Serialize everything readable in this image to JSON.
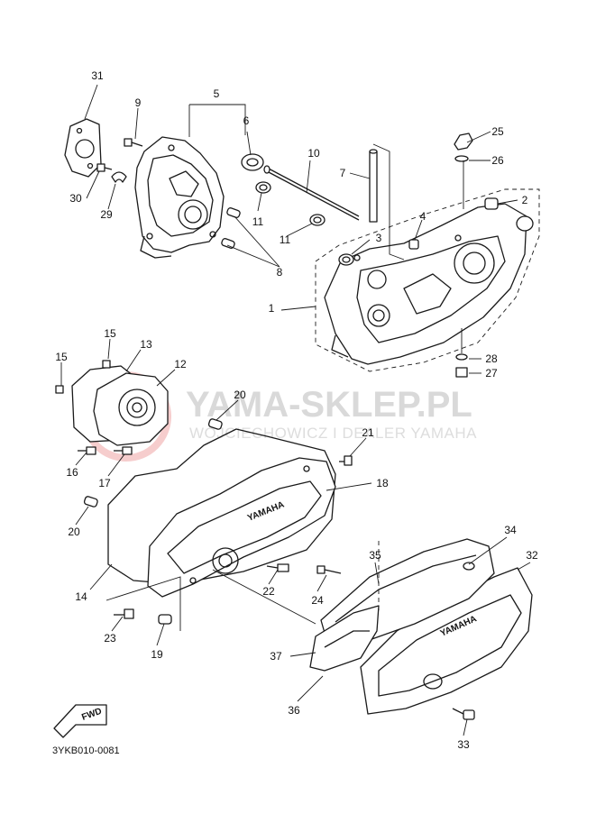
{
  "callouts": [
    {
      "id": "1",
      "label": "1"
    },
    {
      "id": "2",
      "label": "2"
    },
    {
      "id": "3",
      "label": "3"
    },
    {
      "id": "4",
      "label": "4"
    },
    {
      "id": "5",
      "label": "5"
    },
    {
      "id": "6",
      "label": "6"
    },
    {
      "id": "7",
      "label": "7"
    },
    {
      "id": "8",
      "label": "8"
    },
    {
      "id": "9",
      "label": "9"
    },
    {
      "id": "10",
      "label": "10"
    },
    {
      "id": "11a",
      "label": "11"
    },
    {
      "id": "11b",
      "label": "11"
    },
    {
      "id": "12",
      "label": "12"
    },
    {
      "id": "13",
      "label": "13"
    },
    {
      "id": "14",
      "label": "14"
    },
    {
      "id": "15a",
      "label": "15"
    },
    {
      "id": "15b",
      "label": "15"
    },
    {
      "id": "16",
      "label": "16"
    },
    {
      "id": "17",
      "label": "17"
    },
    {
      "id": "18",
      "label": "18"
    },
    {
      "id": "19",
      "label": "19"
    },
    {
      "id": "20a",
      "label": "20"
    },
    {
      "id": "20b",
      "label": "20"
    },
    {
      "id": "21",
      "label": "21"
    },
    {
      "id": "22",
      "label": "22"
    },
    {
      "id": "23",
      "label": "23"
    },
    {
      "id": "24",
      "label": "24"
    },
    {
      "id": "25",
      "label": "25"
    },
    {
      "id": "26",
      "label": "26"
    },
    {
      "id": "27",
      "label": "27"
    },
    {
      "id": "28",
      "label": "28"
    },
    {
      "id": "29",
      "label": "29"
    },
    {
      "id": "30",
      "label": "30"
    },
    {
      "id": "31",
      "label": "31"
    },
    {
      "id": "32",
      "label": "32"
    },
    {
      "id": "33",
      "label": "33"
    },
    {
      "id": "34",
      "label": "34"
    },
    {
      "id": "35",
      "label": "35"
    },
    {
      "id": "36",
      "label": "36"
    },
    {
      "id": "37",
      "label": "37"
    }
  ],
  "diagram_code": "3YKB010-0081",
  "fwd_marker": "FWD",
  "cover_brand": "YAMAHA",
  "watermark": {
    "title": "YAMA-SKLEP.PL",
    "subtitle": "WOJCIECHOWICZ I DEALER YAMAHA"
  },
  "colors": {
    "line": "#1a1a1a",
    "watermark": "#d9d9d9",
    "watermark_logo": "#f2b8b8"
  }
}
